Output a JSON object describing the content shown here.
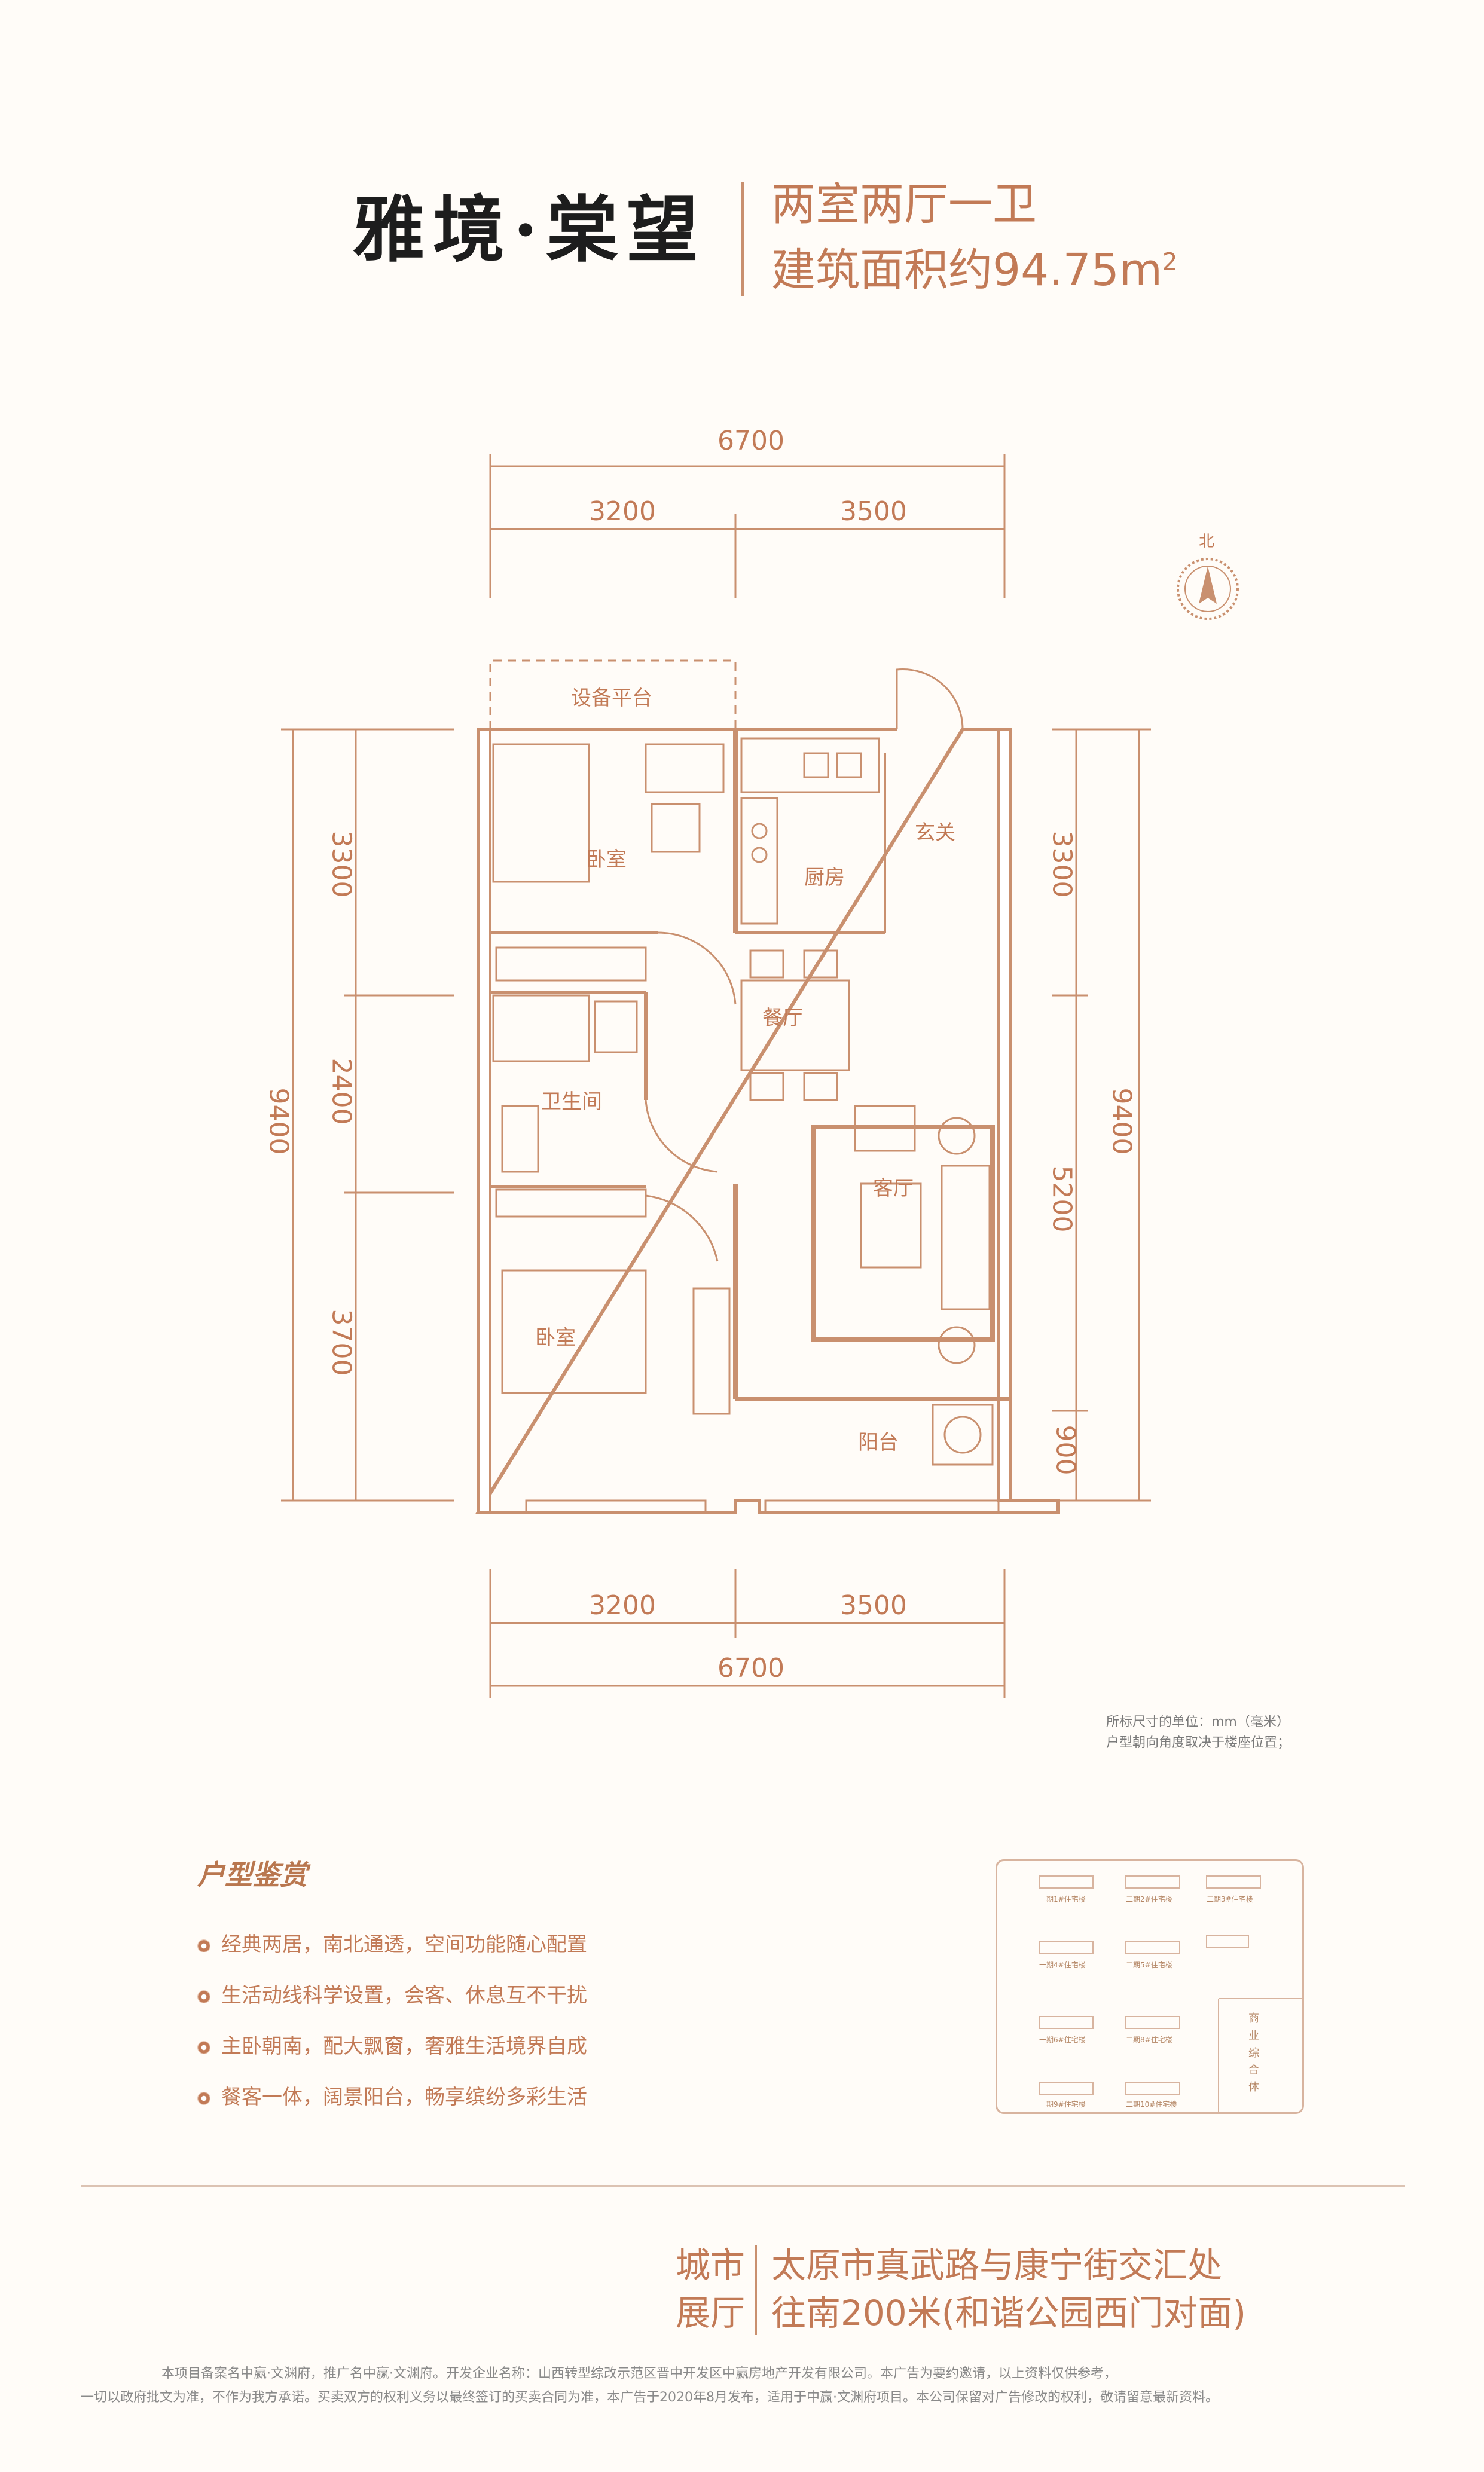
{
  "header": {
    "logo_text": "雅境·棠望",
    "layout": "两室两厅一卫",
    "area_text": "建筑面积约94.75m",
    "area_unit_sup": "2"
  },
  "floorplan": {
    "dims_top": {
      "total": "6700",
      "left": "3200",
      "right": "3500"
    },
    "dims_bottom": {
      "total": "6700",
      "left": "3200",
      "right": "3500"
    },
    "dims_left": {
      "total": "9400",
      "seg1": "3300",
      "seg2": "2400",
      "seg3": "3700"
    },
    "dims_right": {
      "total": "9400",
      "seg1": "3300",
      "seg2": "5200",
      "seg3": "900"
    },
    "rooms": {
      "platform": "设备平台",
      "bedroom_n": "卧室",
      "kitchen": "厨房",
      "entrance": "玄关",
      "dining": "餐厅",
      "bathroom": "卫生间",
      "living": "客厅",
      "bedroom_s": "卧室",
      "balcony": "阳台"
    },
    "compass_label": "北",
    "note1": "所标尺寸的单位：mm（毫米）",
    "note2": "户型朝向角度取决于楼座位置；"
  },
  "features": {
    "title": "户型鉴赏",
    "items": [
      "经典两居，南北通透，空间功能随心配置",
      "生活动线科学设置，会客、休息互不干扰",
      "主卧朝南，配大飘窗，奢雅生活境界自成",
      "餐客一体，阔景阳台，畅享缤纷多彩生活"
    ]
  },
  "keyplan": {
    "buildings": [
      "一期1#住宅楼",
      "二期2#住宅楼",
      "二期3#住宅楼",
      "一期4#住宅楼",
      "二期5#住宅楼",
      "一期6#住宅楼",
      "二期8#住宅楼",
      "一期9#住宅楼",
      "二期10#住宅楼"
    ],
    "commercial": "商业综合体"
  },
  "exhibit": {
    "label_l1": "城市",
    "label_l2": "展厅",
    "addr_l1": "太原市真武路与康宁街交汇处",
    "addr_l2": "往南200米(和谐公园西门对面)"
  },
  "disclaimer": {
    "line1": "本项目备案名中赢·文渊府，推广名中赢·文渊府。开发企业名称：山西转型综改示范区晋中开发区中赢房地产开发有限公司。本广告为要约邀请，以上资料仅供参考，",
    "line2": "一切以政府批文为准，不作为我方承诺。买卖双方的权利义务以最终签订的买卖合同为准，本广告于2020年8月发布，适用于中赢·文渊府项目。本公司保留对广告修改的权利，敬请留意最新资料。"
  },
  "colors": {
    "accent": "#c27a56",
    "plan_line": "#c9906f",
    "seal": "#b8322b"
  }
}
